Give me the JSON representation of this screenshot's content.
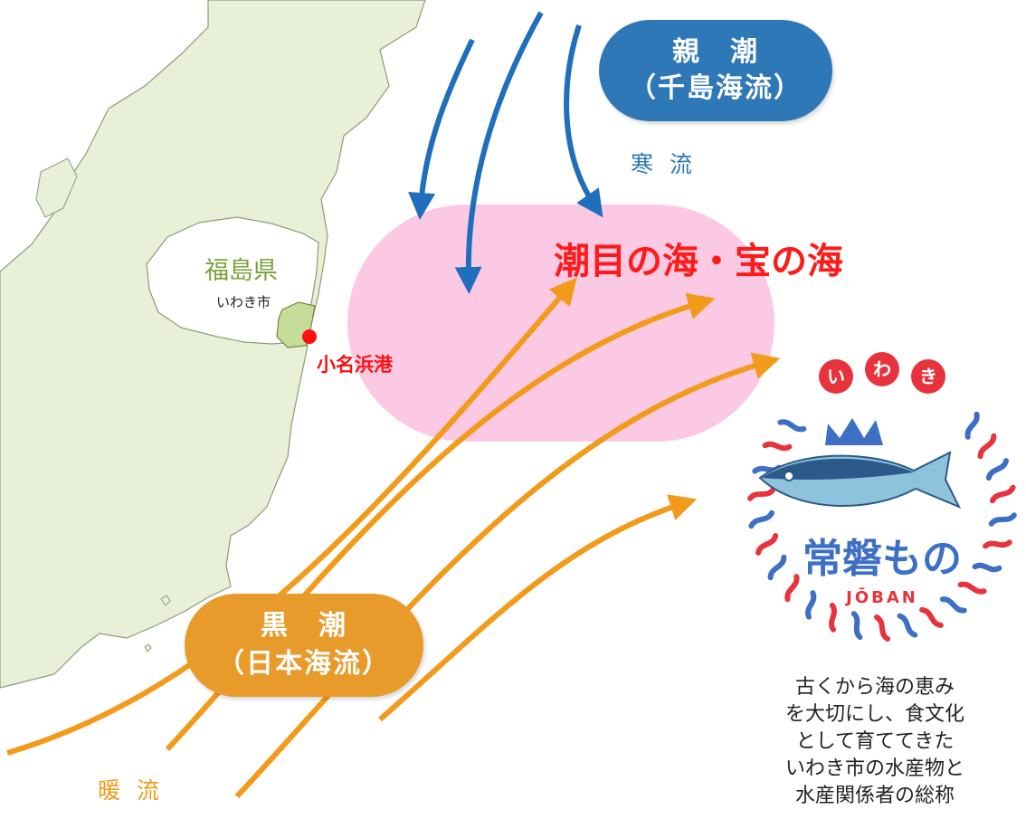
{
  "labels": {
    "oyashio_line1": "親　潮",
    "oyashio_line2": "（千島海流）",
    "cold_current": "寒 流",
    "headline": "潮目の海・宝の海",
    "prefecture": "福島県",
    "city": "いわき市",
    "port": "小名浜港",
    "kuroshio_line1": "黒　潮",
    "kuroshio_line2": "（日本海流）",
    "warm_current": "暖 流"
  },
  "logo": {
    "top_letters": [
      "い",
      "わ",
      "き"
    ],
    "main_text": "常磐もの",
    "sub_text": "JŌBAN"
  },
  "description": {
    "lines": [
      "古くから海の恵み",
      "を大切にし、食文化",
      "として育ててきた",
      "いわき市の水産物と",
      "水産関係者の総称"
    ]
  },
  "colors": {
    "cold_current": "#2e78b7",
    "warm_current": "#f29a1a",
    "land": "#e9f0d8",
    "iwaki_area": "#c5dc9a",
    "merge_zone": "#fbc9e3",
    "headline": "#ff1a1a",
    "logo_red": "#e8323c",
    "logo_blue": "#3d6fc4"
  }
}
